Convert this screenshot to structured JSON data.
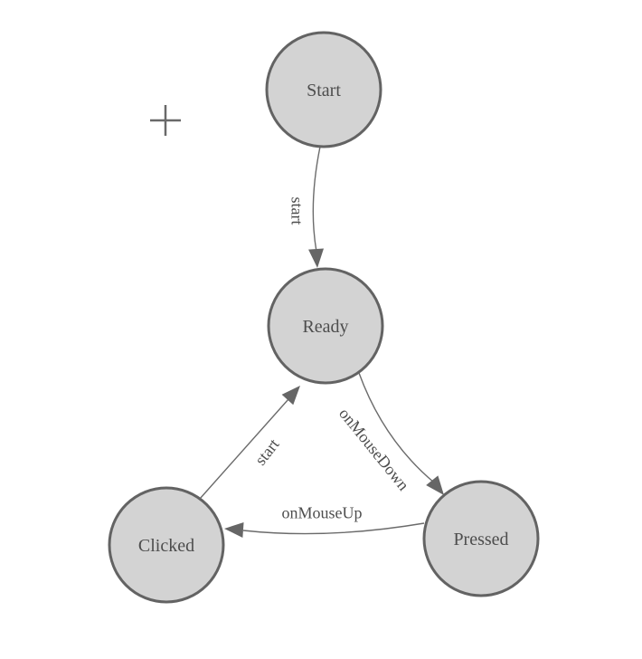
{
  "diagram": {
    "type": "state-machine",
    "states": [
      {
        "id": "start",
        "label": "Start"
      },
      {
        "id": "ready",
        "label": "Ready"
      },
      {
        "id": "clicked",
        "label": "Clicked"
      },
      {
        "id": "pressed",
        "label": "Pressed"
      }
    ],
    "transitions": [
      {
        "from": "Start",
        "to": "Ready",
        "label": "start"
      },
      {
        "from": "Ready",
        "to": "Pressed",
        "label": "onMouseDown"
      },
      {
        "from": "Pressed",
        "to": "Clicked",
        "label": "onMouseUp"
      },
      {
        "from": "Clicked",
        "to": "Ready",
        "label": "start"
      }
    ]
  },
  "icons": {
    "plus_marker": "plus-crosshair"
  },
  "colors": {
    "background": "#ffffff",
    "node_fill": "#d3d3d3",
    "node_stroke": "#636363",
    "edge_stroke": "#6b6b6b",
    "arrow_fill": "#666666",
    "node_text": "#4d4d4d",
    "edge_text": "#4d4d4d",
    "plus_marker": "#696969"
  }
}
